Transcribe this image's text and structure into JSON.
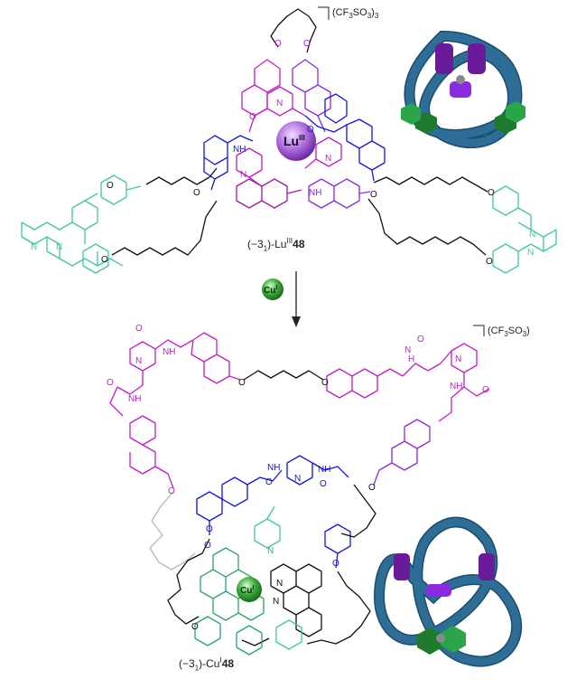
{
  "top_complex": {
    "counterion": "(CF3SO3)3",
    "metal": "Lu",
    "metal_ox": "III",
    "name_prefix": "(−3",
    "name_sub": "1",
    "name_mid": ")-Lu",
    "name_ox": "III",
    "compound": "48"
  },
  "reagent": {
    "metal": "Cu",
    "ox": "I"
  },
  "bottom_complex": {
    "counterion": "(CF3SO3)",
    "metal": "Cu",
    "metal_ox": "I",
    "name_prefix": "(−3",
    "name_sub": "1",
    "name_mid": ")-Cu",
    "name_ox": "I",
    "compound": "48"
  },
  "atom_labels": [
    "O",
    "N",
    "NH",
    "H"
  ],
  "colors": {
    "magenta": "#c21fc4",
    "purple": "#8a2be2",
    "blue": "#1515e0",
    "green": "#2aa56a",
    "teal": "#3ec8a0",
    "black": "#111111",
    "grey": "#b8b8b8",
    "knot_tube": "#2e6d96",
    "knot_purple": "#6a1b9a",
    "knot_green": "#1e7a2e",
    "lu_sphere": "#b070e0",
    "cu_sphere": "#3aa83a"
  }
}
